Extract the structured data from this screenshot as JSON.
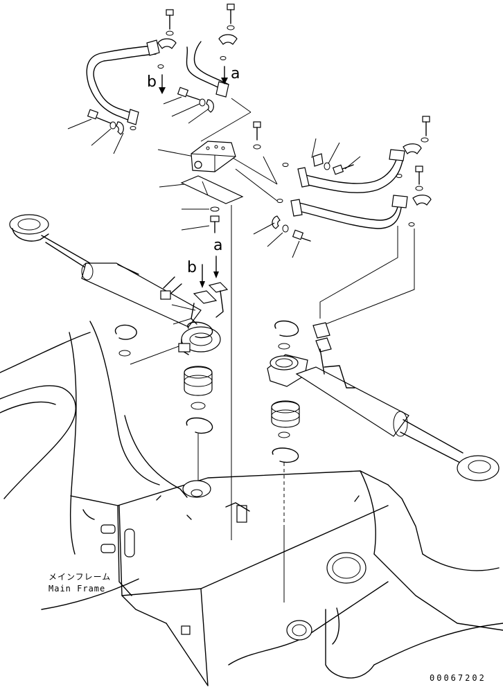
{
  "labels": {
    "callout_a_top": "a",
    "callout_b_top": "b",
    "callout_a_lower": "a",
    "callout_b_lower": "b",
    "frame_label_jp": "メインフレーム",
    "frame_label_en": "Main Frame",
    "drawing_code": "00067202"
  }
}
